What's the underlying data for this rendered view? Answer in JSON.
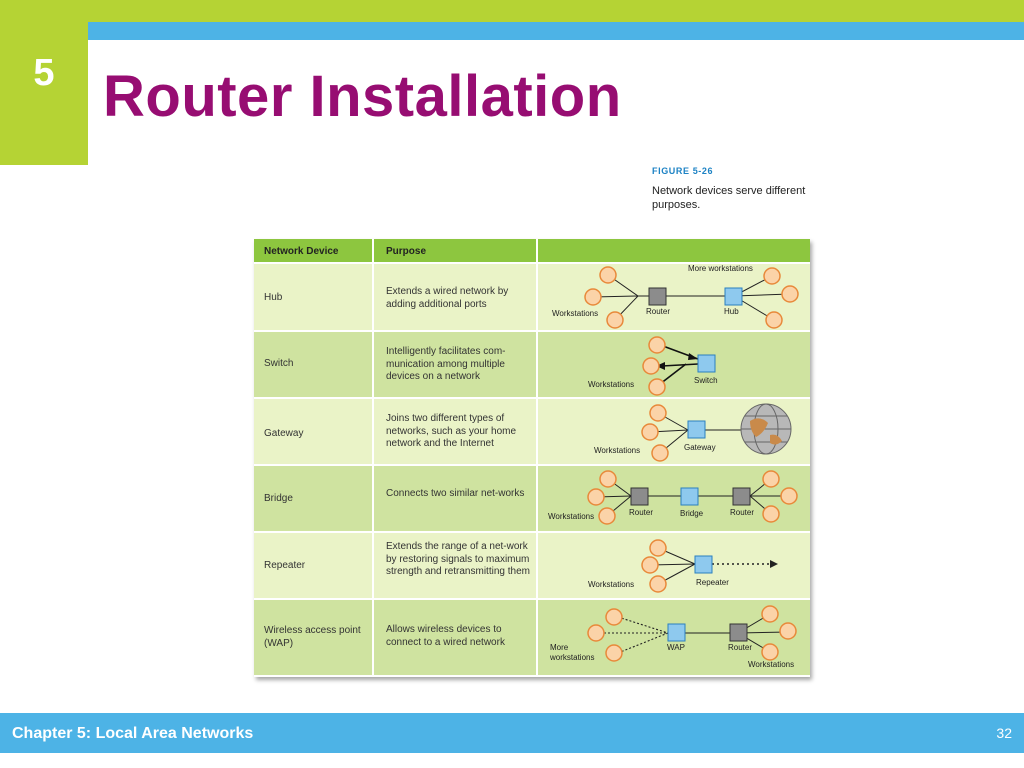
{
  "slide": {
    "chapter_number": "5",
    "title": "Router Installation",
    "footer": "Chapter 5: Local Area Networks",
    "page": "32"
  },
  "figure": {
    "label": "FIGURE 5-26",
    "caption": "Network devices serve different purposes."
  },
  "table": {
    "headers": [
      "Network Device",
      "Purpose",
      ""
    ],
    "rows": [
      {
        "device": "Hub",
        "purpose": "Extends a wired network by adding additional ports"
      },
      {
        "device": "Switch",
        "purpose": "Intelligently facilitates com-munication among multiple devices on a network"
      },
      {
        "device": "Gateway",
        "purpose": "Joins two different types of networks, such as your home network and the Internet"
      },
      {
        "device": "Bridge",
        "purpose": "Connects two similar net-works"
      },
      {
        "device": "Repeater",
        "purpose": "Extends the range of a net-work by restoring signals to maximum strength and retransmitting them"
      },
      {
        "device": "Wireless access point (WAP)",
        "purpose": "Allows wireless devices to connect to a wired network"
      }
    ]
  },
  "diagrams": {
    "hub": {
      "more": "More workstations",
      "workstations": "Workstations",
      "router": "Router",
      "hub": "Hub"
    },
    "switch": {
      "workstations": "Workstations",
      "switch": "Switch"
    },
    "gateway": {
      "workstations": "Workstations",
      "gateway": "Gateway"
    },
    "bridge": {
      "workstations": "Workstations",
      "router1": "Router",
      "bridge": "Bridge",
      "router2": "Router"
    },
    "repeater": {
      "workstations": "Workstations",
      "repeater": "Repeater"
    },
    "wap": {
      "more_line1": "More",
      "more_line2": "workstations",
      "wap": "WAP",
      "router": "Router",
      "workstations": "Workstations"
    }
  },
  "colors": {
    "green": "#b5d334",
    "blue": "#4db3e6",
    "title": "#970d72",
    "node_fill": "#fbd3a8",
    "node_stroke": "#e8893a",
    "device_blue": "#8ec9ee",
    "device_gray": "#8c8c8c"
  }
}
